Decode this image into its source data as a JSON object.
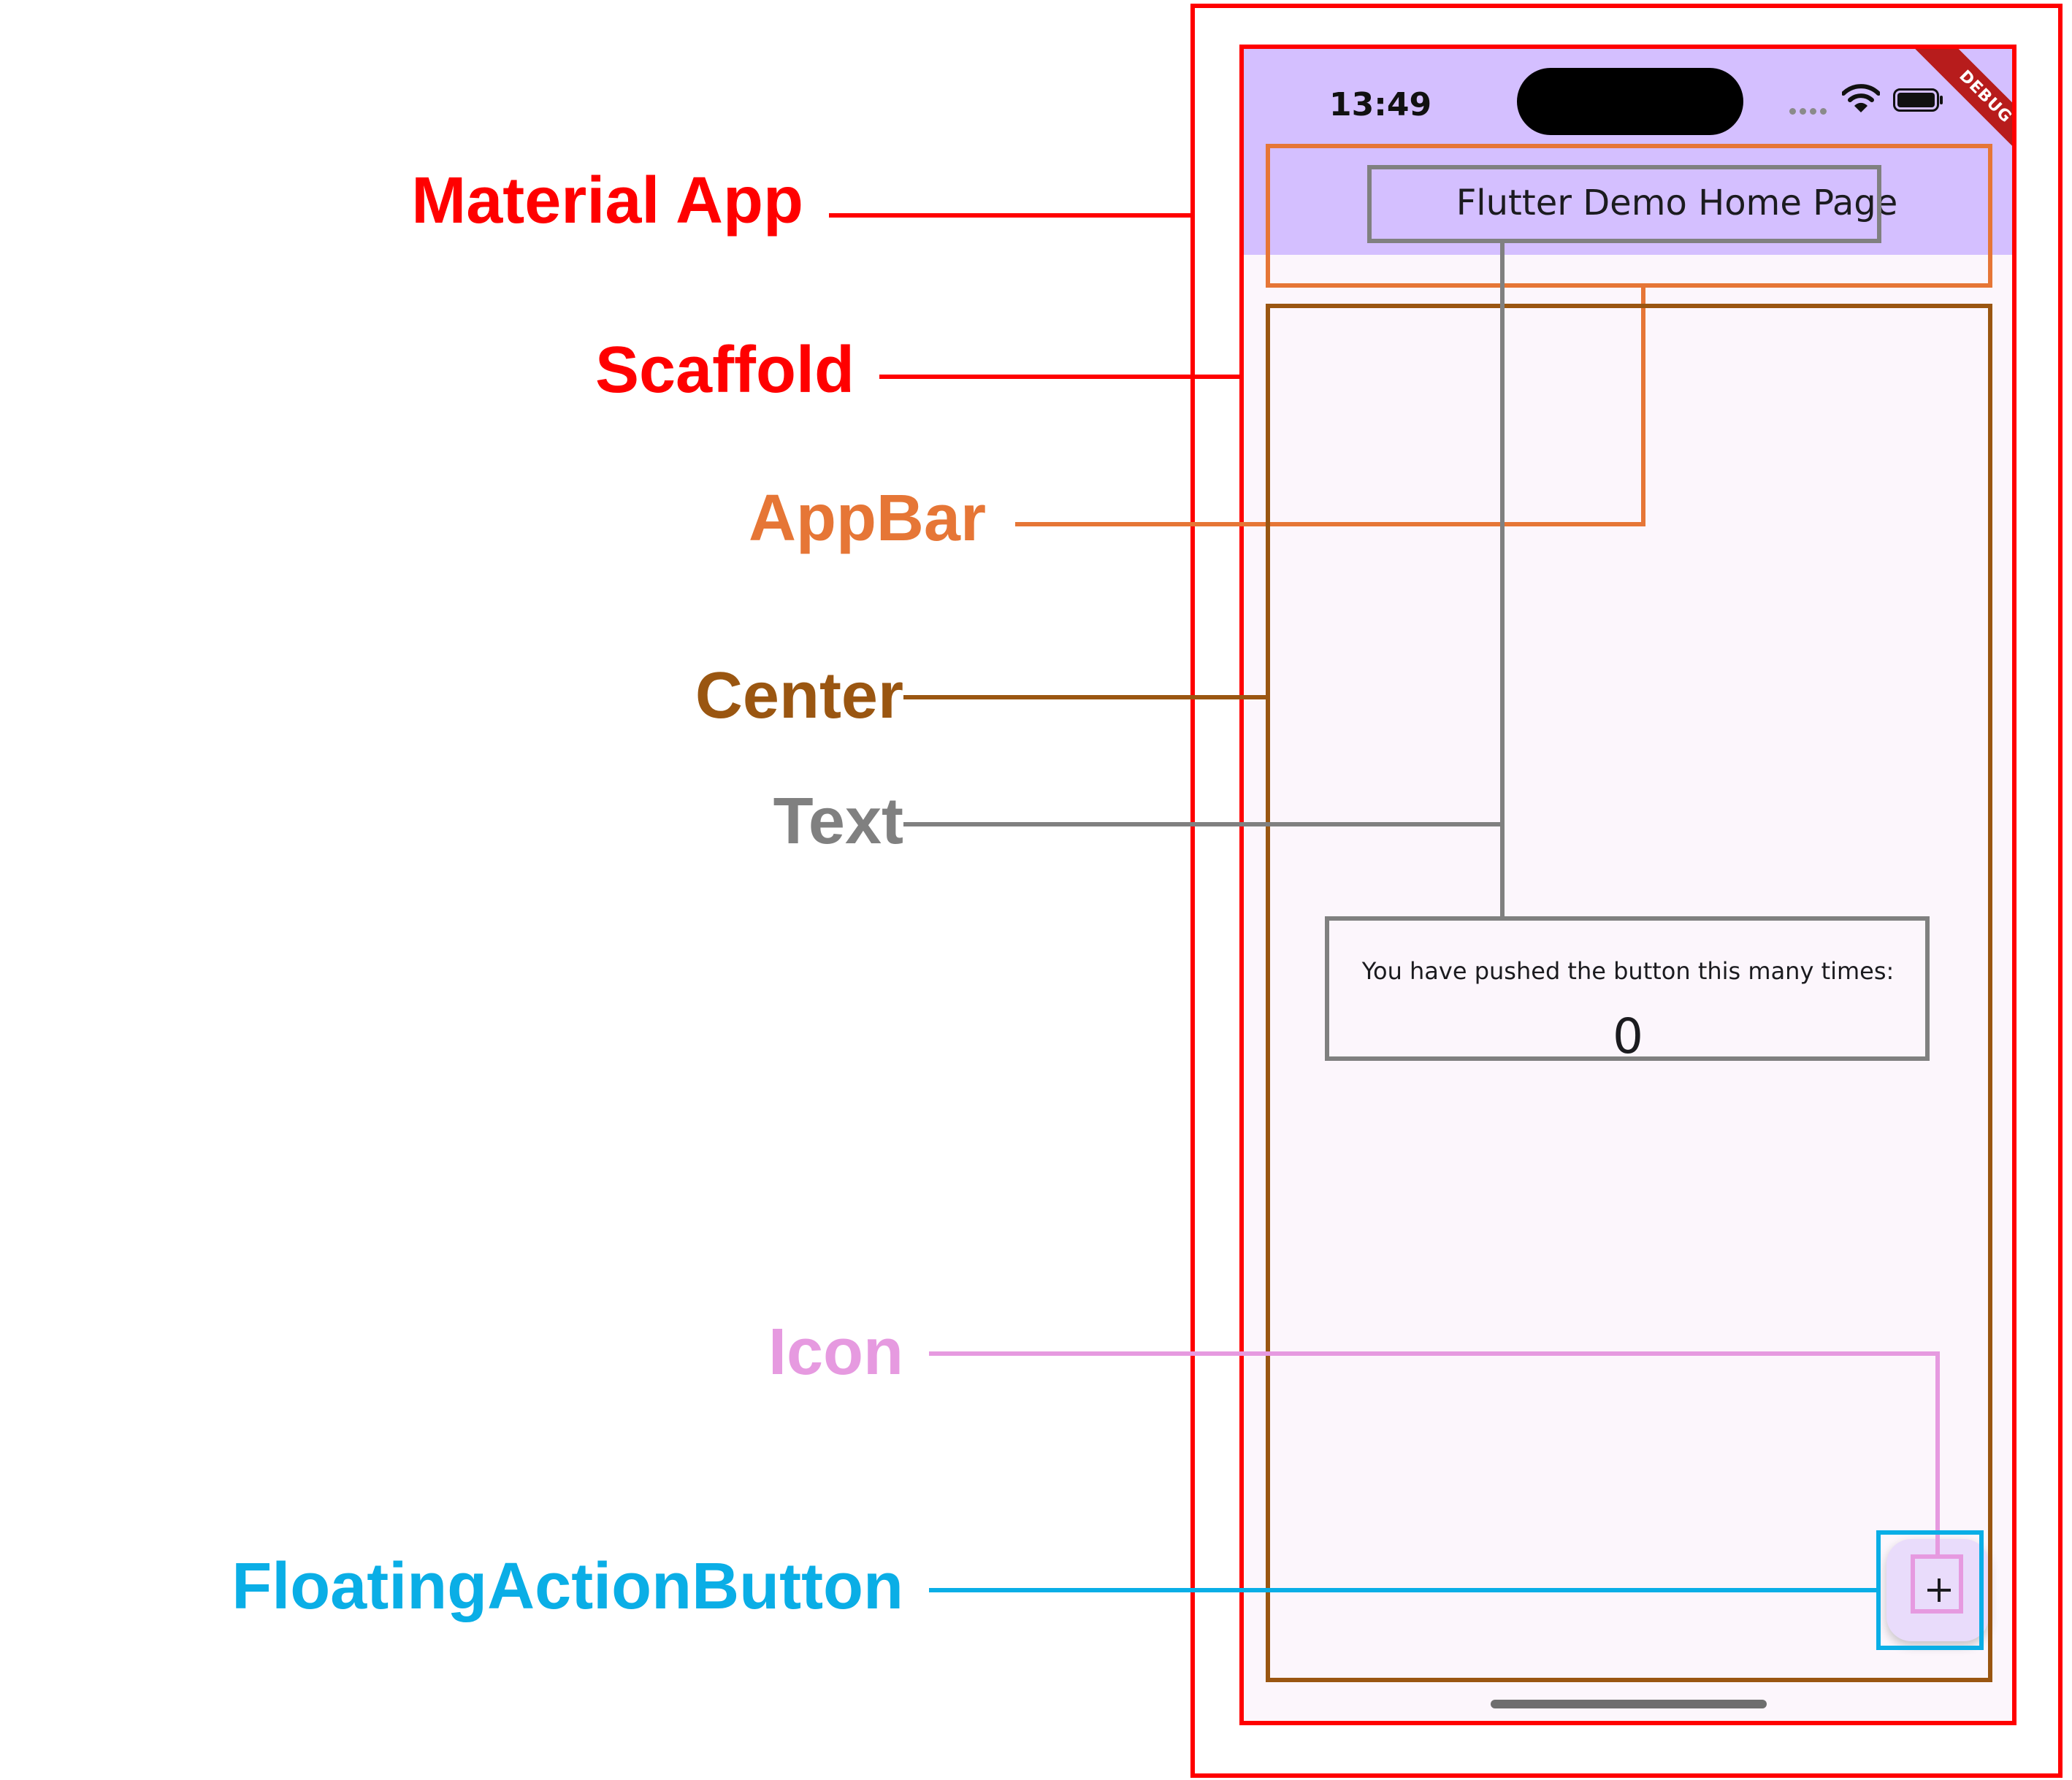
{
  "labels": {
    "material_app": "Material App",
    "scaffold": "Scaffold",
    "appbar": "AppBar",
    "center": "Center",
    "text": "Text",
    "icon": "Icon",
    "fab": "FloatingActionButton"
  },
  "phone": {
    "status_time": "13:49",
    "debug_banner": "DEBUG",
    "app_bar_title": "Flutter Demo Home Page",
    "counter_label": "You have pushed the button this many times:",
    "counter_value": "0",
    "fab_icon": "plus-icon"
  },
  "colors": {
    "material_app": "#ff0000",
    "scaffold": "#ff0000",
    "appbar": "#e67636",
    "center": "#9a5611",
    "text": "#808080",
    "icon": "#e69ae0",
    "fab": "#0aaee6",
    "appbar_bg": "#d4bfff",
    "body_bg": "#fcf6fc",
    "fab_bg": "#e9dcfb"
  }
}
